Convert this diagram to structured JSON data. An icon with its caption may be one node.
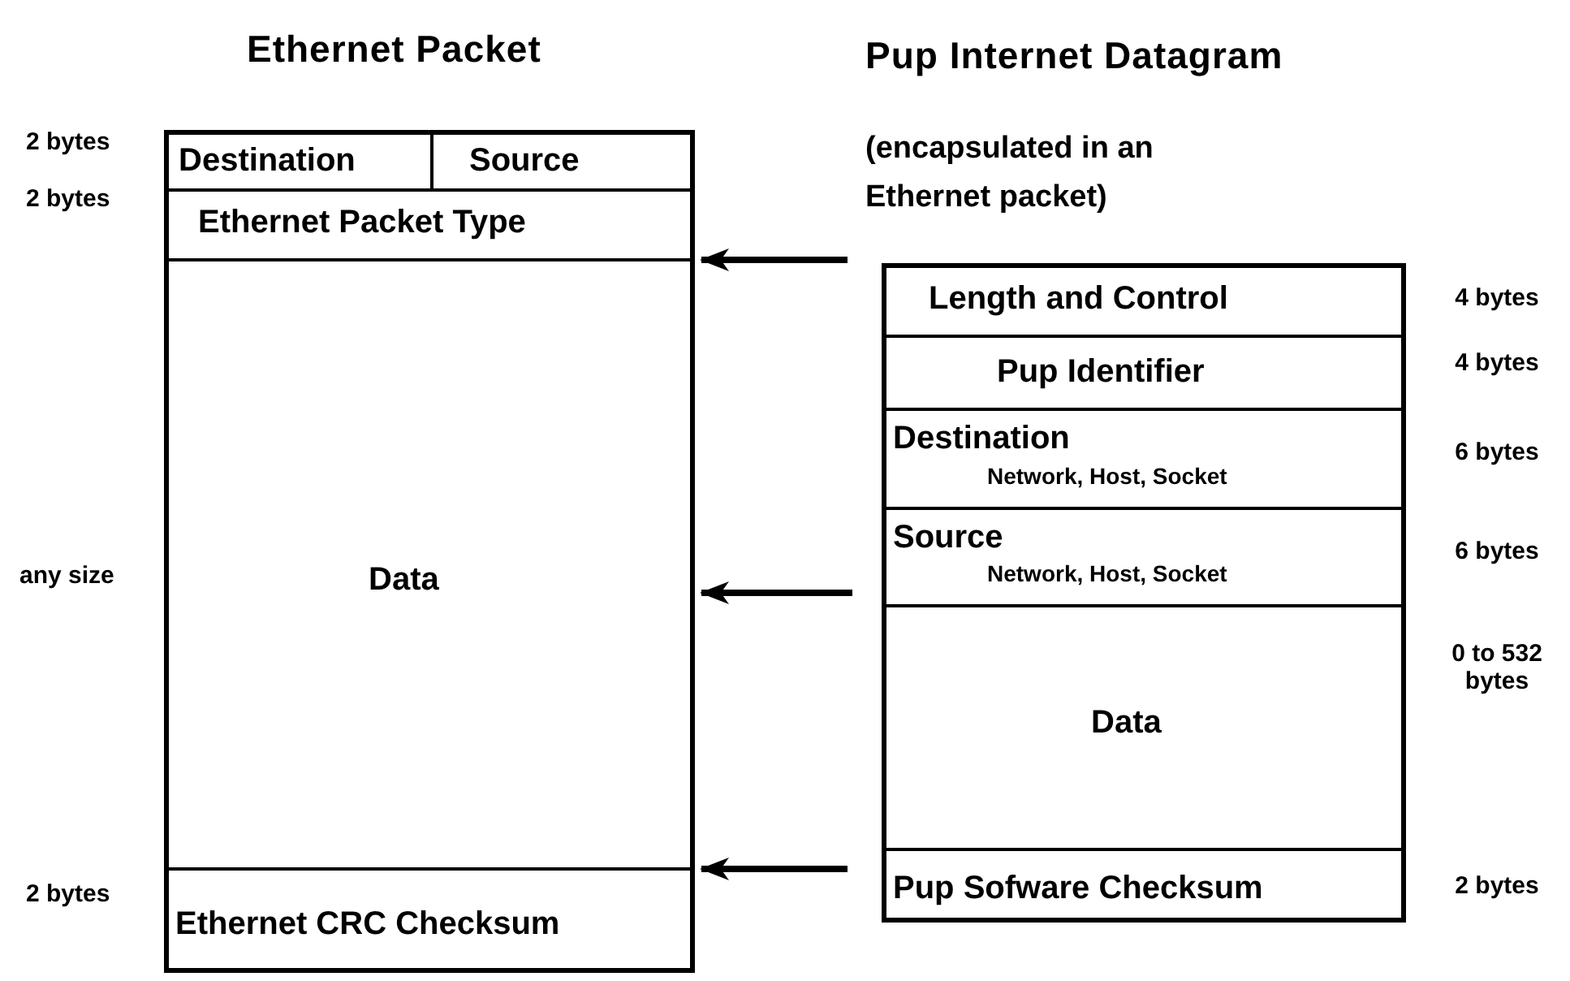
{
  "diagram": {
    "nodes": [
      {
        "text": [
          "Ethernet Packet"
        ]
      },
      {
        "text": [
          "Destination"
        ],
        "in": 0,
        "beside": [
          "2 bytes"
        ]
      },
      {
        "text": [
          "Source"
        ],
        "in": 0
      },
      {
        "text": [
          "Ethernet Packet Type"
        ],
        "in": 0,
        "beside": [
          "2 bytes"
        ]
      },
      {
        "text": [
          "Data"
        ],
        "in": 0,
        "beside": [
          "any size"
        ]
      },
      {
        "text": [
          "Ethernet CRC Checksum"
        ],
        "in": 0,
        "beside": [
          "2 bytes"
        ]
      },
      {
        "text": [
          "Pup Internet Datagram",
          "(encapsulated in an Ethernet packet)"
        ]
      },
      {
        "text": [
          "Length and Control"
        ],
        "in": 6,
        "beside": [
          "4 bytes"
        ]
      },
      {
        "text": [
          "Pup Identifier"
        ],
        "in": 6,
        "beside": [
          "4 bytes"
        ]
      },
      {
        "text": [
          "Destination",
          "Network, Host, Socket"
        ],
        "in": 6,
        "beside": [
          "6 bytes"
        ]
      },
      {
        "text": [
          "Source",
          "Network, Host, Socket"
        ],
        "in": 6,
        "beside": [
          "6 bytes"
        ]
      },
      {
        "text": [
          "Data"
        ],
        "in": 6,
        "beside": [
          "0 to 532 bytes"
        ]
      },
      {
        "text": [
          "Pup Sofware Checksum"
        ],
        "in": 6,
        "beside": [
          "2 bytes"
        ]
      }
    ],
    "edges": [
      {
        "from": 7,
        "to": 4,
        "arrow": "to"
      },
      {
        "from": 6,
        "to": 4,
        "arrow": "to"
      },
      {
        "from": 12,
        "to": 4,
        "arrow": "to"
      }
    ]
  }
}
